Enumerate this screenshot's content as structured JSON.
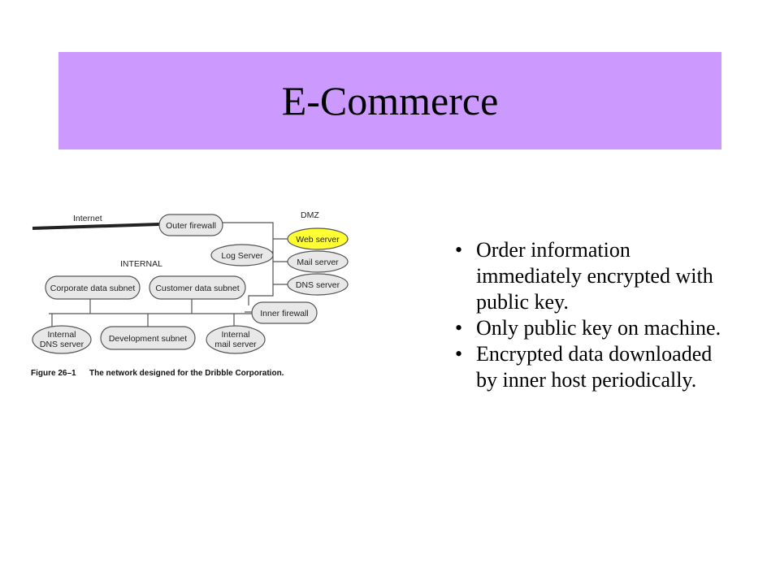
{
  "slide": {
    "title": "E-Commerce"
  },
  "figure": {
    "zones": {
      "internet": "Internet",
      "dmz": "DMZ",
      "internal": "INTERNAL"
    },
    "nodes": {
      "outer_firewall": "Outer firewall",
      "web_server": "Web server",
      "log_server": "Log Server",
      "mail_server": "Mail server",
      "dns_server": "DNS server",
      "corporate_subnet": "Corporate data subnet",
      "customer_subnet": "Customer data subnet",
      "inner_firewall": "Inner firewall",
      "internal_dns_line1": "Internal",
      "internal_dns_line2": "DNS server",
      "development_subnet": "Development subnet",
      "internal_mail_line1": "Internal",
      "internal_mail_line2": "mail server"
    },
    "colors": {
      "highlight": "#ffff33",
      "node_fill": "#e8e8e8"
    },
    "caption_number": "Figure 26–1",
    "caption_text": "The network designed for the Dribble Corporation."
  },
  "bullets": [
    "Order information immediately encrypted with public key.",
    "Only public key on machine.",
    "Encrypted data downloaded by inner host periodically."
  ],
  "bullet_glyph": "•"
}
